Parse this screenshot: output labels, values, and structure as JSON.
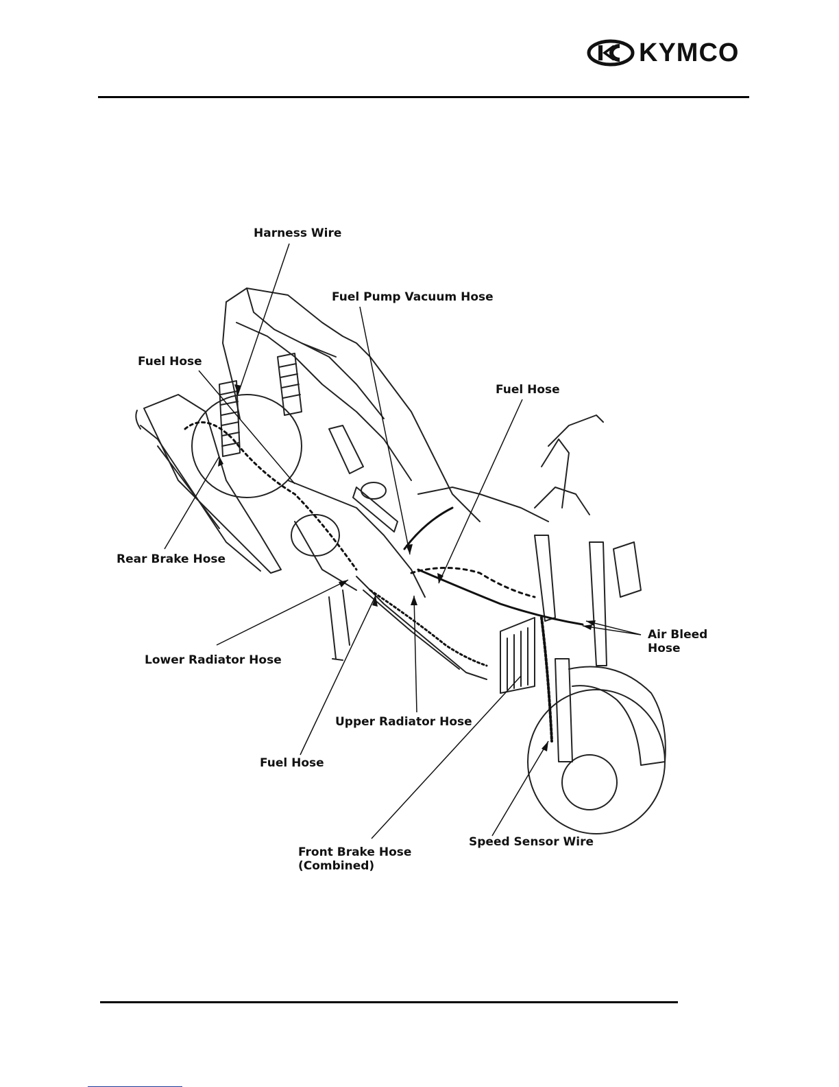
{
  "header": {
    "logo_text": "KYMCO"
  },
  "diagram": {
    "labels": {
      "harness_wire": "Harness Wire",
      "fuel_pump_vacuum_hose": "Fuel Pump Vacuum Hose",
      "fuel_hose_left": "Fuel Hose",
      "fuel_hose_right": "Fuel Hose",
      "rear_brake_hose": "Rear Brake Hose",
      "lower_radiator_hose": "Lower Radiator Hose",
      "upper_radiator_hose": "Upper Radiator Hose",
      "fuel_hose_bottom": "Fuel Hose",
      "air_bleed_hose_line1": "Air Bleed",
      "air_bleed_hose_line2": "Hose",
      "front_brake_hose_line1": "Front Brake Hose",
      "front_brake_hose_line2": "(Combined)",
      "speed_sensor_wire": "Speed Sensor Wire"
    }
  }
}
